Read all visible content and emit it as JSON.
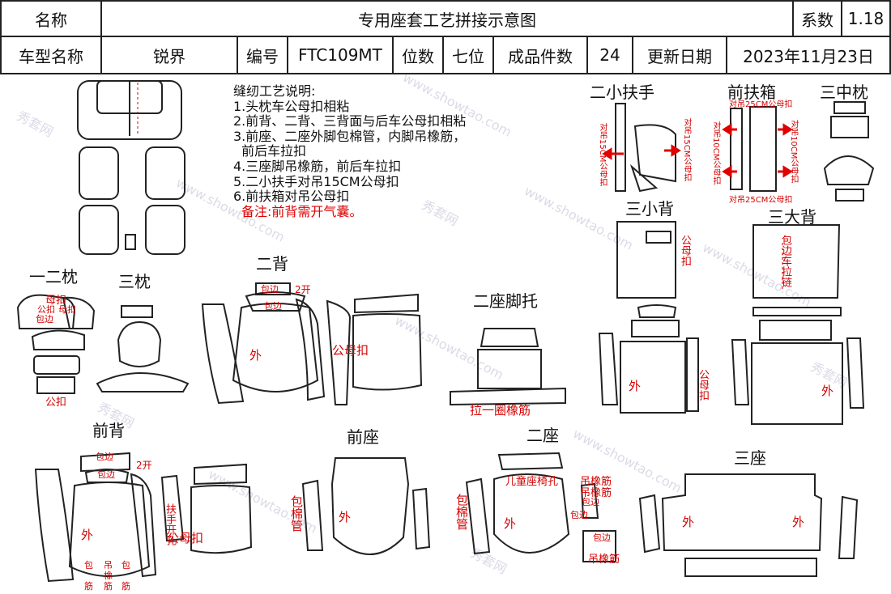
{
  "header": {
    "row1": {
      "name_label": "名称",
      "title": "专用座套工艺拼接示意图",
      "coef_label": "系数",
      "coef_value": "1.18"
    },
    "row2": {
      "model_label": "车型名称",
      "model_value": "锐界",
      "code_label": "编号",
      "code_value": "FTC109MT",
      "seats_label": "位数",
      "seats_value": "七位",
      "pieces_label": "成品件数",
      "pieces_value": "24",
      "date_label": "更新日期",
      "date_value": "2023年11月23日"
    }
  },
  "notes": {
    "title": "缝纫工艺说明:",
    "lines": [
      "1.头枕车公母扣相粘",
      "2.前背、二背、三背面与后车公母扣相粘",
      "3.前座、二座外脚包棉管，内脚吊橡筋，",
      "  前后车拉扣",
      "4.三座脚吊橡筋，前后车拉扣",
      "5.二小扶手对吊15CM公母扣",
      "6.前扶箱对吊公母扣"
    ],
    "remark": "备注:前背需开气囊。"
  },
  "sections": {
    "er_xiao_fushou": "二小扶手",
    "qian_fuxiang": "前扶箱",
    "san_zhong_zhen": "三中枕",
    "san_xiao_bei": "三小背",
    "san_da_bei": "三大背",
    "yi_er_zhen": "一二枕",
    "san_zhen": "三枕",
    "er_bei": "二背",
    "er_zuo_jiaotuo": "二座脚托",
    "qian_bei": "前背",
    "qian_zuo": "前座",
    "er_zuo": "二座",
    "san_zuo": "三座"
  },
  "labels": {
    "wai": "外",
    "gongmukou": "公母扣",
    "gongkou": "公扣",
    "mukou": "母扣",
    "baobian": "包边",
    "kai2": "2开",
    "baomianguan": "包棉管",
    "la_yiquan_xiangjin": "拉一圈橡筋",
    "ertong_zuoyi": "儿童座椅孔",
    "diao_xiangjin": "吊橡筋",
    "baobian_chelajian": "包边车拉链",
    "fushou_kaikong": "扶手开孔",
    "duidiao15_gongmukou": "对吊15CM公母扣",
    "duidiao25_gongmukou": "对吊25CM公母扣",
    "duidiao10_gongmukou": "对吊10CM公母扣",
    "bao": "包",
    "bian": "边",
    "diao": "吊",
    "xiang": "橡",
    "jin": "筋"
  },
  "watermark": {
    "text1": "秀套网",
    "text2": "www.showtao.com"
  },
  "colors": {
    "outline": "#222222",
    "red": "#d40000"
  }
}
